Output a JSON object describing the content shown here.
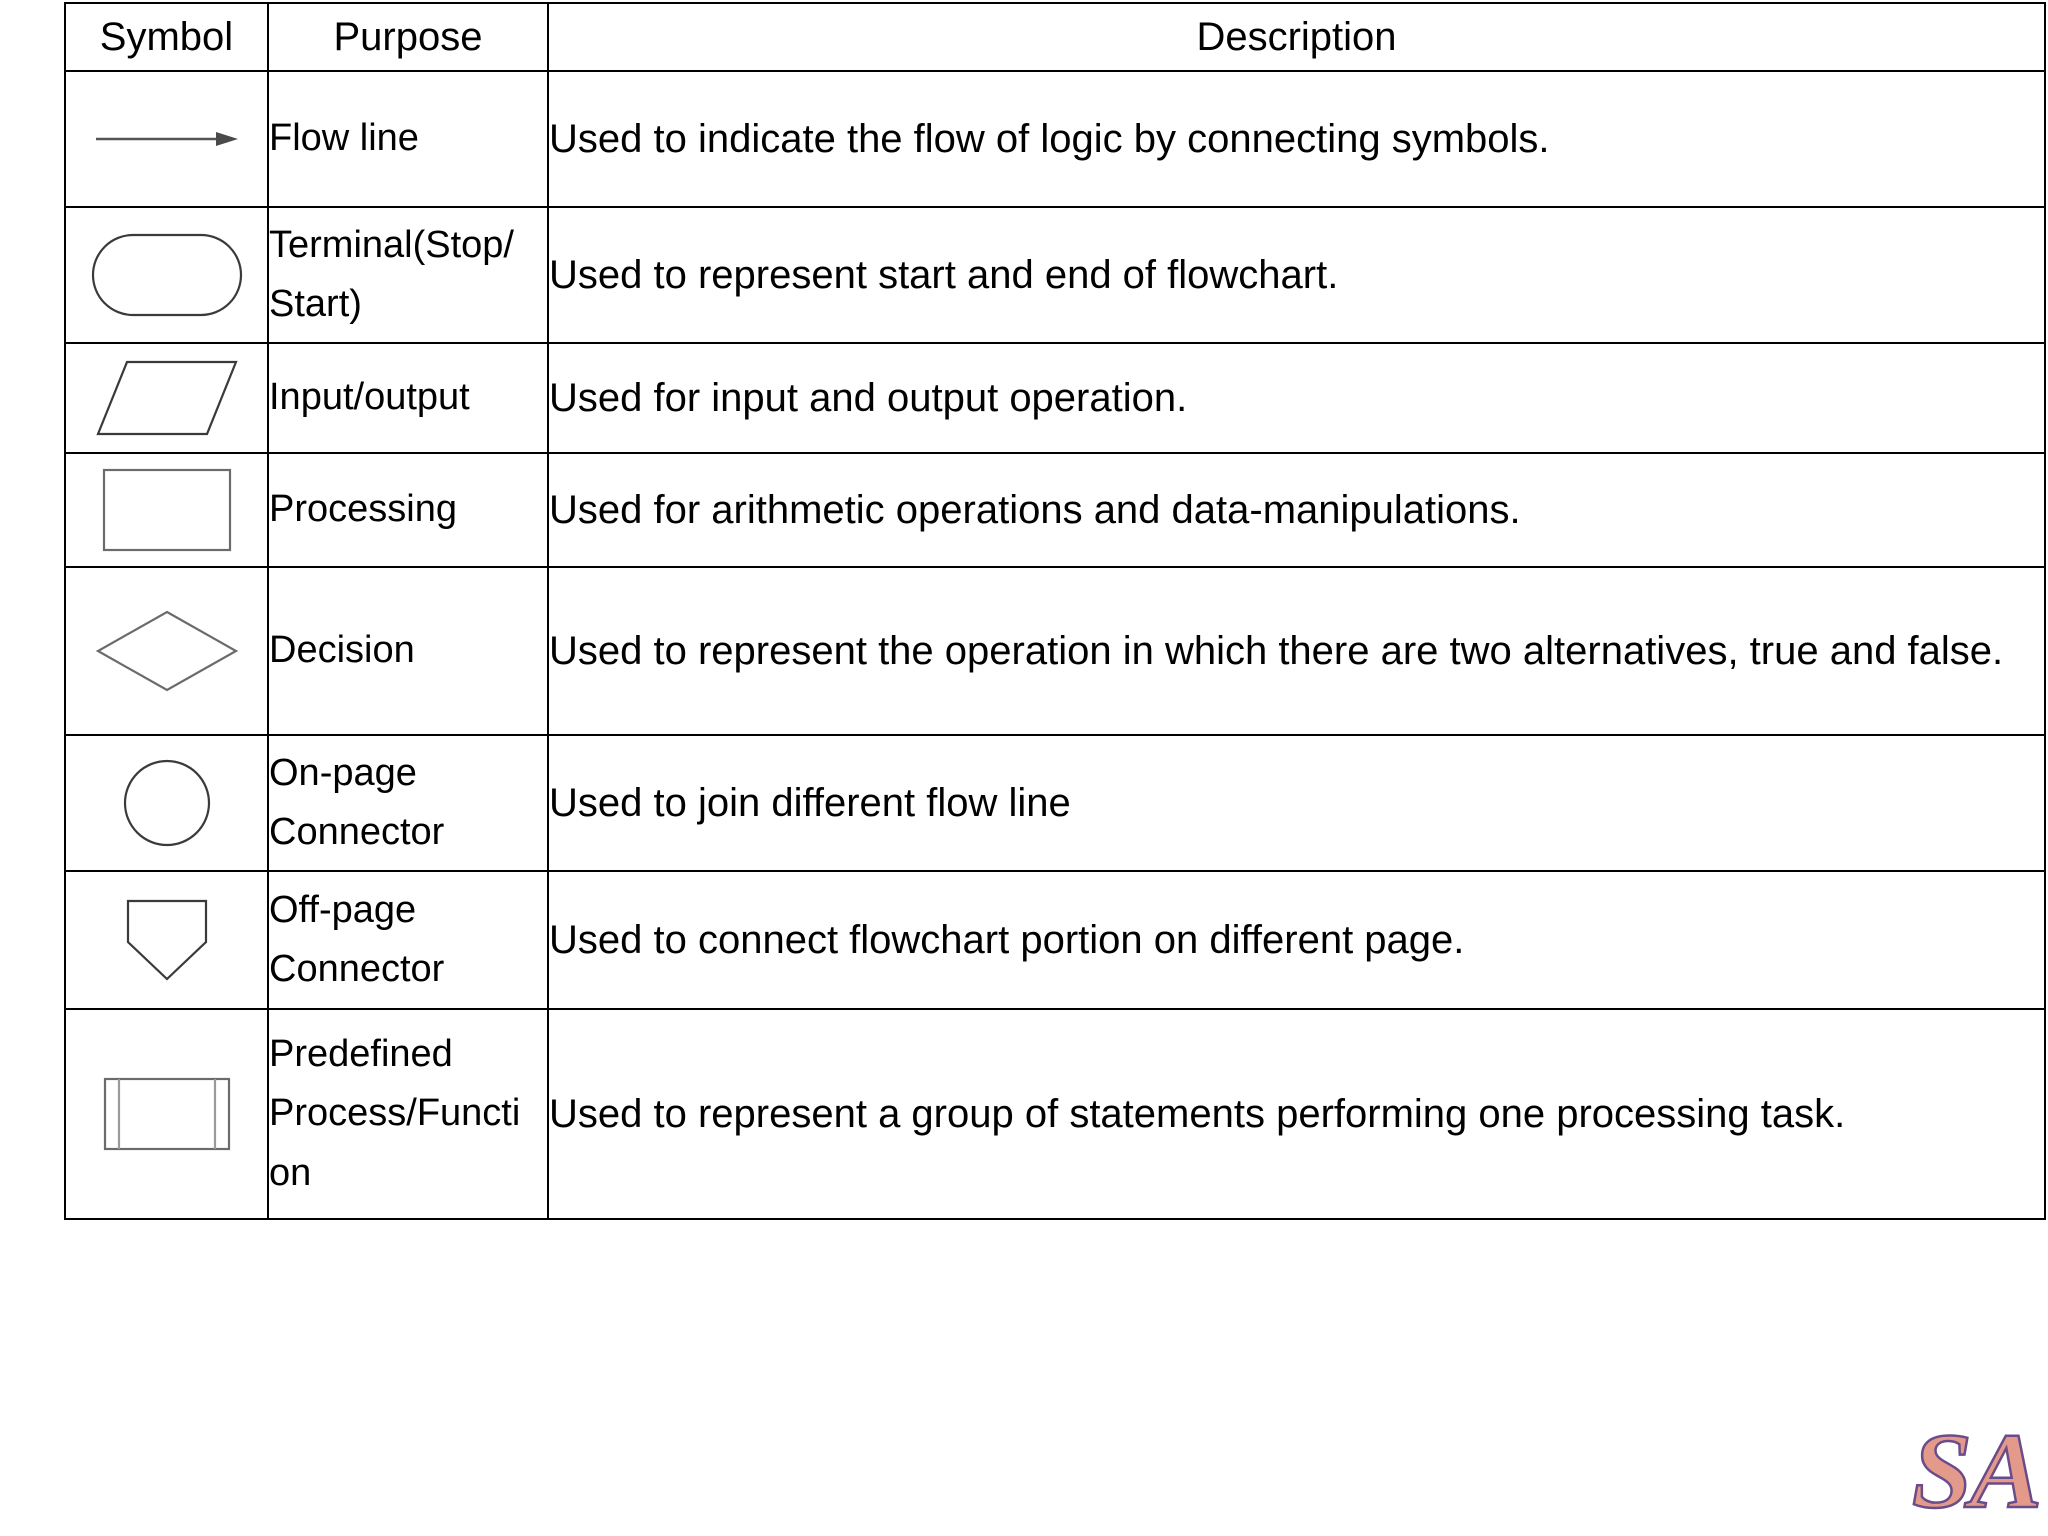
{
  "table": {
    "headers": {
      "symbol": "Symbol",
      "purpose": "Purpose",
      "description": "Description"
    },
    "rows": [
      {
        "shape": "flow-line-arrow",
        "purpose": "Flow line",
        "description": "Used to indicate the flow of logic by connecting symbols."
      },
      {
        "shape": "terminal-rounded-rectangle",
        "purpose": "Terminal(Stop/ Start)",
        "description": "Used to represent start and end of flowchart."
      },
      {
        "shape": "parallelogram",
        "purpose": "Input/output",
        "description": "Used for input and output operation."
      },
      {
        "shape": "rectangle",
        "purpose": "Processing",
        "description": "Used for arithmetic operations and data-manipulations."
      },
      {
        "shape": "diamond",
        "purpose": "Decision",
        "description": "Used to represent the operation in which there are two alternatives, true and false."
      },
      {
        "shape": "circle",
        "purpose": "On-page Connector",
        "description": "Used to join different flow line"
      },
      {
        "shape": "pentagon-down",
        "purpose": "Off-page Connector",
        "description": "Used to connect flowchart portion on different page."
      },
      {
        "shape": "predefined-process-bars",
        "purpose": "Predefined Process/Functi on",
        "description": "Used to represent a group of statements performing one processing task."
      }
    ]
  },
  "watermark": {
    "text": "SA",
    "fill_color": "#e49a8a",
    "outline_color": "#6b4c8a"
  }
}
